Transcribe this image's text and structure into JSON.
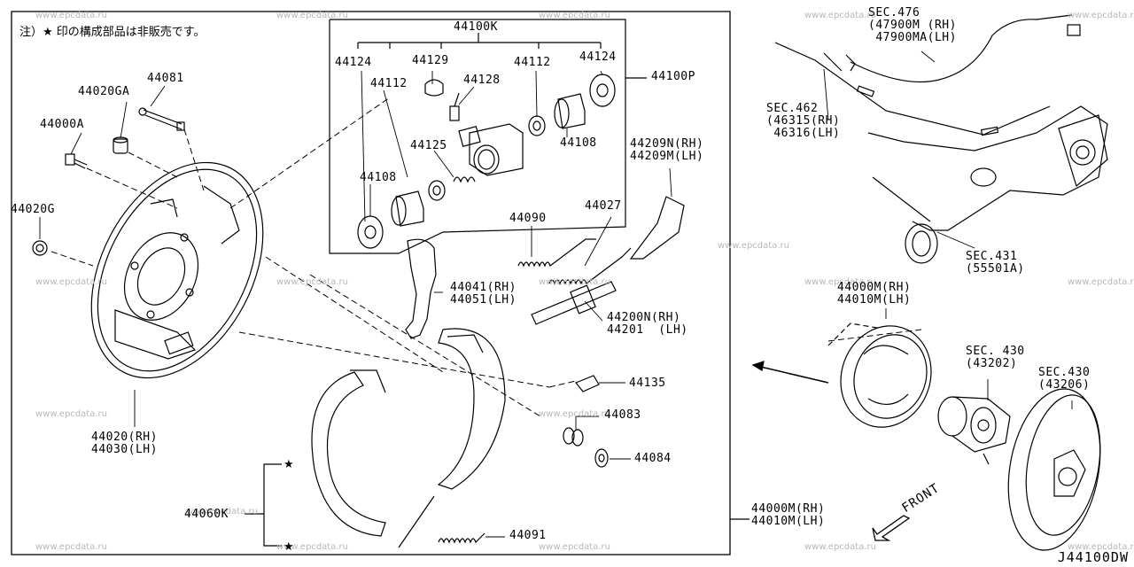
{
  "note": "注）★ 印の構成部品は非販売です。",
  "diagram_code": "J44100DW",
  "watermark": "www.epcdata.ru",
  "front_label": "FRONT",
  "star_symbol": "★",
  "labels": {
    "l44100K": "44100K",
    "l44100P": "44100P",
    "l44124a": "44124",
    "l44129": "44129",
    "l44112a": "44112",
    "l44124b": "44124",
    "l44112b": "44112",
    "l44128": "44128",
    "l44125": "44125",
    "l44108a": "44108",
    "l44108b": "44108",
    "l44081": "44081",
    "l44020GA": "44020GA",
    "l44000A": "44000A",
    "l44020G": "44020G",
    "l44209": "44209N(RH)\n44209M(LH)",
    "l44090": "44090",
    "l44027": "44027",
    "l44041": "44041(RH)\n44051(LH)",
    "l44200": "44200N(RH)\n44201  (LH)",
    "l44135": "44135",
    "l44083": "44083",
    "l44084": "44084",
    "l44020": "44020(RH)\n44030(LH)",
    "l44060K": "44060K",
    "l44091": "44091",
    "l44000Mb": "44000M(RH)\n44010M(LH)",
    "l44000Ma": "44000M(RH)\n44010M(LH)",
    "sec476": "SEC.476\n(47900M (RH)\n 47900MA(LH)",
    "sec462": "SEC.462\n(46315(RH)\n 46316(LH)",
    "sec431": "SEC.431\n(55501A)",
    "sec430a": "SEC. 430\n(43202)",
    "sec430b": "SEC.430\n(43206)"
  }
}
